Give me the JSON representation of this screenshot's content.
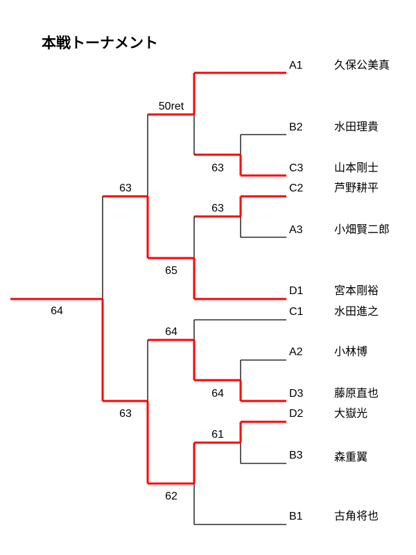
{
  "title": "本戦トーナメント",
  "players": [
    {
      "seed": "A1",
      "name": "久保公美真"
    },
    {
      "seed": "B2",
      "name": "水田理貴"
    },
    {
      "seed": "C3",
      "name": "山本剛士"
    },
    {
      "seed": "C2",
      "name": "芦野耕平"
    },
    {
      "seed": "A3",
      "name": "小畑賢二郎"
    },
    {
      "seed": "D1",
      "name": "宮本剛裕"
    },
    {
      "seed": "C1",
      "name": "水田進之"
    },
    {
      "seed": "A2",
      "name": "小林博"
    },
    {
      "seed": "D3",
      "name": "藤原直也"
    },
    {
      "seed": "D2",
      "name": "大嶽光"
    },
    {
      "seed": "B3",
      "name": "森重翼"
    },
    {
      "seed": "B1",
      "name": "古角将也"
    }
  ],
  "scores": {
    "r1_b2_c3": "63",
    "r1_c2_a3": "63",
    "r1_a2_d3": "64",
    "r1_d2_b3": "61",
    "qf_1": "50ret",
    "qf_2": "65",
    "qf_3": "64",
    "qf_4": "62",
    "sf_1": "63",
    "sf_2": "63",
    "final": "64"
  },
  "colors": {
    "winner_line": "#ff0000",
    "line": "#000000"
  }
}
